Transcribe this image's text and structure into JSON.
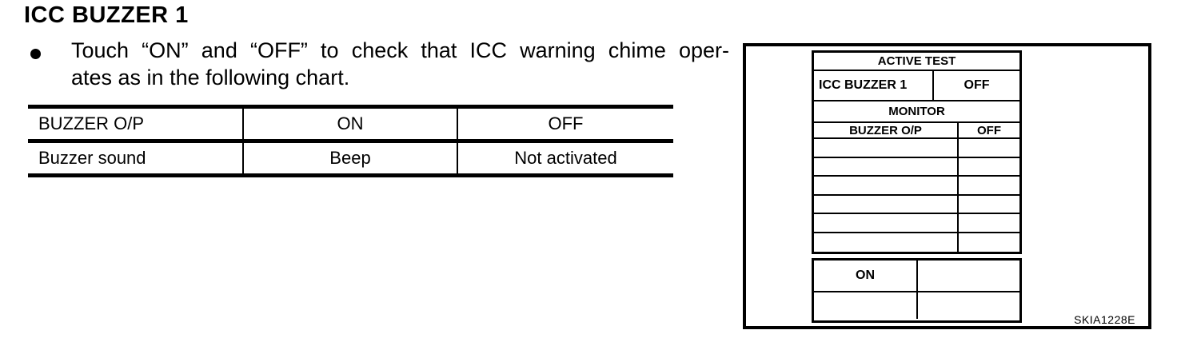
{
  "header": {
    "title": "ICC BUZZER 1"
  },
  "bullet": {
    "line1": "Touch “ON” and “OFF” to check that ICC warning chime oper-",
    "line2": "ates as in the following chart."
  },
  "spec_table": {
    "headers": [
      "BUZZER O/P",
      "ON",
      "OFF"
    ],
    "rows": [
      [
        "Buzzer sound",
        "Beep",
        "Not activated"
      ]
    ]
  },
  "figure": {
    "active_test_title": "ACTIVE TEST",
    "test_item": "ICC BUZZER 1",
    "test_state": "OFF",
    "monitor_title": "MONITOR",
    "monitor_signal": "BUZZER O/P",
    "monitor_value": "OFF",
    "on_button": "ON",
    "code": "SKIA1228E"
  }
}
